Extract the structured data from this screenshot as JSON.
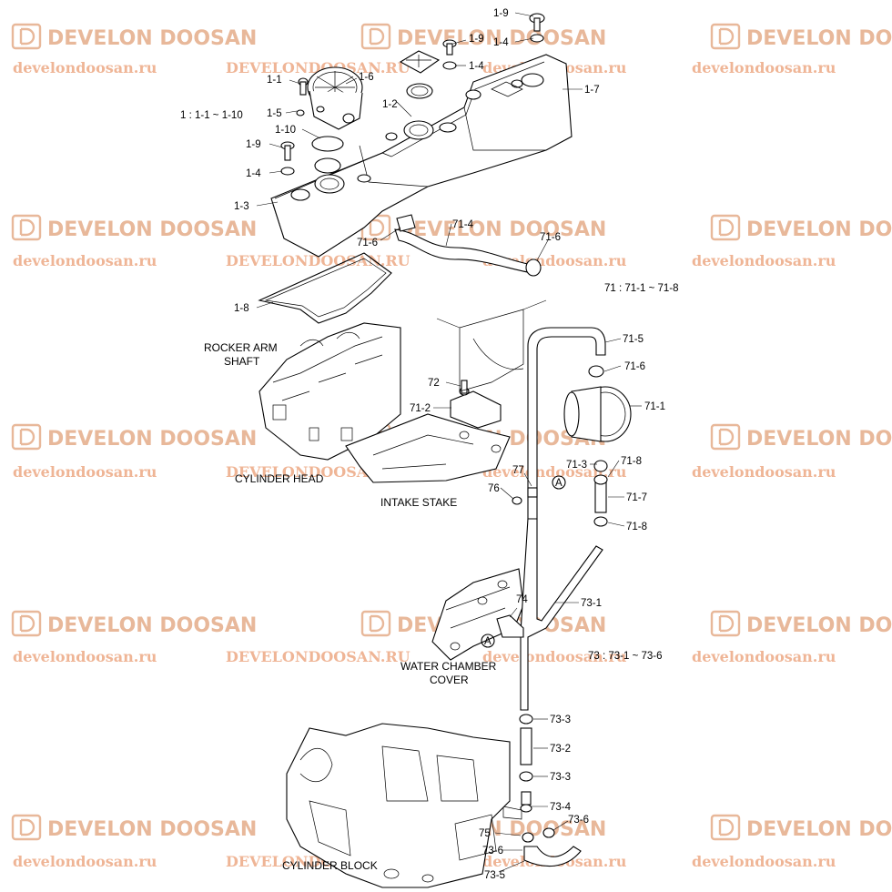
{
  "watermark": {
    "logo_text": "DEVELON DOOSAN",
    "url_text": "develondoosan.ru",
    "url_text_upper": "DEVELONDOOSAN.RU",
    "color": "#e8b89a"
  },
  "captions": {
    "rocker_arm_1": "ROCKER ARM",
    "rocker_arm_2": "SHAFT",
    "cylinder_head": "CYLINDER HEAD",
    "intake_stake": "INTAKE STAKE",
    "water_chamber_1": "WATER CHAMBER",
    "water_chamber_2": "COVER",
    "cylinder_block": "CYLINDER BLOCK"
  },
  "groups": {
    "g1": "1 : 1-1 ~ 1-10",
    "g71": "71 : 71-1 ~ 71-8",
    "g73": "73 : 73-1 ~ 73-6"
  },
  "labels": {
    "l_1_9_top": "1-9",
    "l_1_9_mid": "1-9",
    "l_1_4_top": "1-4",
    "l_1_4_mid": "1-4",
    "l_1_1": "1-1",
    "l_1_6": "1-6",
    "l_1_5": "1-5",
    "l_1_2": "1-2",
    "l_1_7": "1-7",
    "l_1_10": "1-10",
    "l_1_9_left": "1-9",
    "l_1_4_left": "1-4",
    "l_1_3": "1-3",
    "l_1_8": "1-8",
    "l_71_4": "71-4",
    "l_71_6_a": "71-6",
    "l_71_6_b": "71-6",
    "l_71_5": "71-5",
    "l_71_6_c": "71-6",
    "l_71_1": "71-1",
    "l_72": "72",
    "l_71_2": "71-2",
    "l_71_3": "71-3",
    "l_71_8_a": "71-8",
    "l_71_7": "71-7",
    "l_71_8_b": "71-8",
    "l_77": "77",
    "l_76": "76",
    "l_73_1": "73-1",
    "l_74": "74",
    "l_73_3_a": "73-3",
    "l_73_2": "73-2",
    "l_73_3_b": "73-3",
    "l_73_4": "73-4",
    "l_73_6_a": "73-6",
    "l_75": "75",
    "l_73_6_b": "73-6",
    "l_73_5": "73-5",
    "ref_a1": "A",
    "ref_a2": "A"
  }
}
